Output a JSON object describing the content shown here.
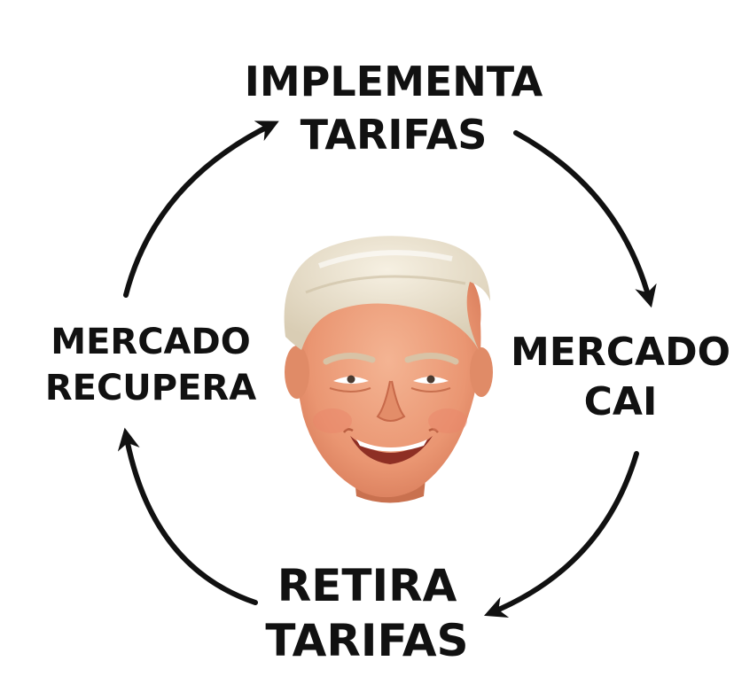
{
  "diagram": {
    "nodes": [
      {
        "id": "top",
        "lines": [
          "IMPLEMENTA",
          "TARIFAS"
        ]
      },
      {
        "id": "right",
        "lines": [
          "MERCADO",
          "CAI"
        ]
      },
      {
        "id": "bottom",
        "lines": [
          "RETIRA",
          "TARIFAS"
        ]
      },
      {
        "id": "left",
        "lines": [
          "MERCADO",
          "RECUPERA"
        ]
      }
    ],
    "edges": [
      {
        "from": "top",
        "to": "right"
      },
      {
        "from": "right",
        "to": "bottom"
      },
      {
        "from": "bottom",
        "to": "left"
      },
      {
        "from": "left",
        "to": "top"
      }
    ],
    "center": {
      "icon": "smiling-face-icon"
    },
    "colors": {
      "arrow": "#111111",
      "text": "#111111",
      "background": "#ffffff",
      "hair": "#ede4d2",
      "skin": "#ee9b76"
    }
  }
}
